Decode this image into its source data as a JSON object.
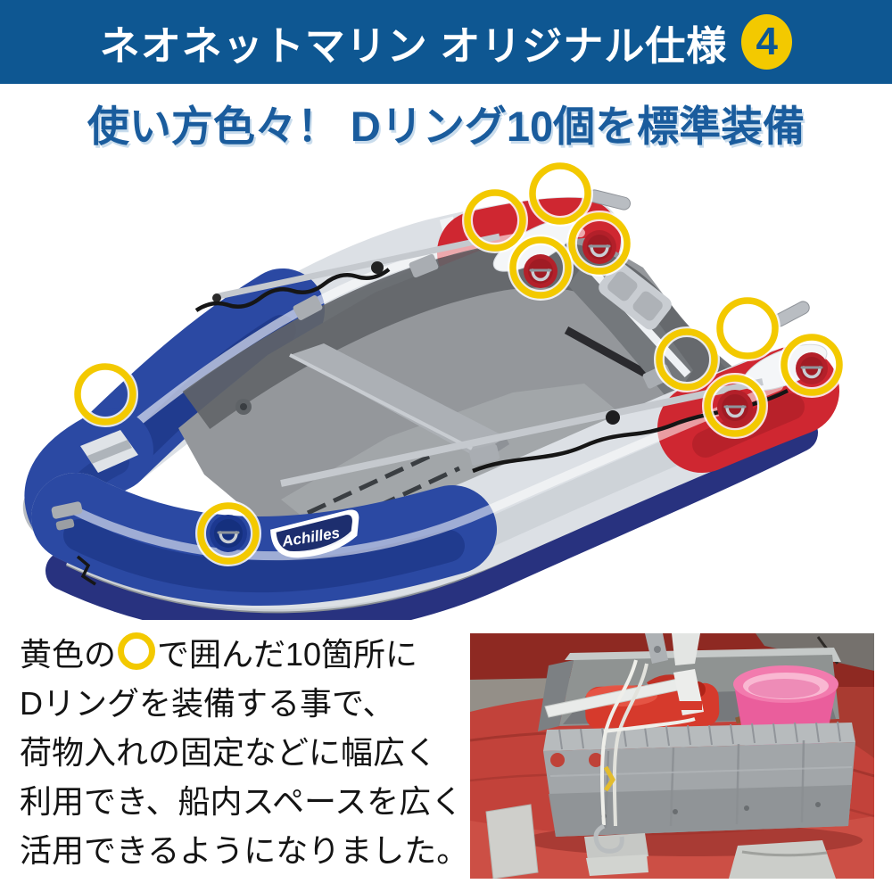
{
  "banner": {
    "title": "ネオネットマリン オリジナル仕様",
    "badge": "4",
    "bg_color": "#0E5792",
    "badge_color": "#F3C900"
  },
  "heading": {
    "text": "使い方色々！ Dリング10個を標準装備",
    "color": "#1A5C9D"
  },
  "boat": {
    "brand": "Achilles",
    "highlight_ring_count": 10,
    "ring_color": "#F3C900",
    "tube_colors": {
      "bow_blue": "#2B49A3",
      "mid_gray_white": "#DCE0E5",
      "stern_red": "#CF2731",
      "hull_navy": "#28327F"
    }
  },
  "description": {
    "line1_prefix": "黄色の",
    "line1_suffix": "で囲んだ10箇所に",
    "lines_rest": [
      "Dリングを装備する事で、",
      "荷物入れの固定などに幅広く",
      "利用でき、船内スペースを広く",
      "活用できるようになりました。"
    ]
  },
  "photo": {
    "subject": "container-lashed-to-boat-with-rope",
    "boat_tube_color": "#C2423A",
    "container_color": "#A2A6A9",
    "bucket_color": "#EA5E9C"
  }
}
